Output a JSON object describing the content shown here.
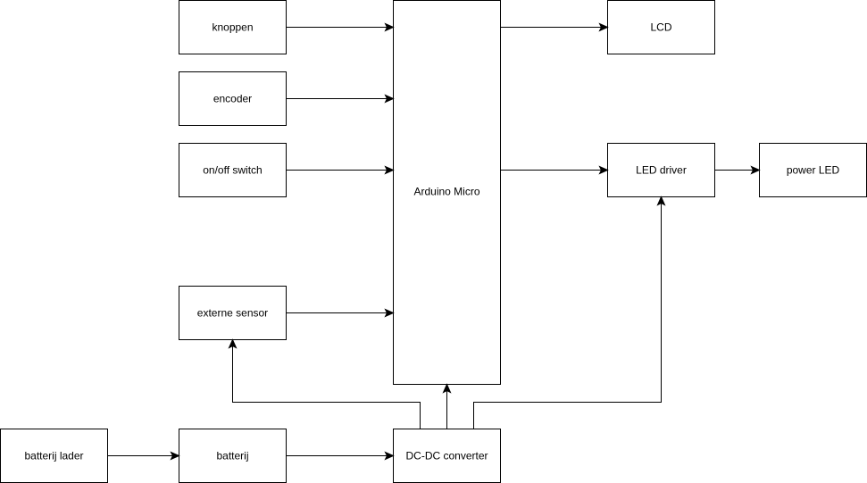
{
  "diagram": {
    "blocks": {
      "knoppen": "knoppen",
      "encoder": "encoder",
      "switch": "on/off switch",
      "sensor": "externe sensor",
      "arduino": "Arduino Micro",
      "lcd": "LCD",
      "led_driver": "LED driver",
      "power_led": "power LED",
      "charger": "batterij lader",
      "battery": "batterij",
      "dcdc": "DC-DC converter"
    },
    "connections": [
      {
        "from": "knoppen",
        "to": "arduino"
      },
      {
        "from": "encoder",
        "to": "arduino"
      },
      {
        "from": "switch",
        "to": "arduino"
      },
      {
        "from": "sensor",
        "to": "arduino"
      },
      {
        "from": "arduino",
        "to": "lcd"
      },
      {
        "from": "arduino",
        "to": "led_driver"
      },
      {
        "from": "led_driver",
        "to": "power_led"
      },
      {
        "from": "charger",
        "to": "battery"
      },
      {
        "from": "battery",
        "to": "dcdc"
      },
      {
        "from": "dcdc",
        "to": "arduino"
      },
      {
        "from": "dcdc",
        "to": "sensor"
      },
      {
        "from": "dcdc",
        "to": "led_driver"
      }
    ]
  }
}
